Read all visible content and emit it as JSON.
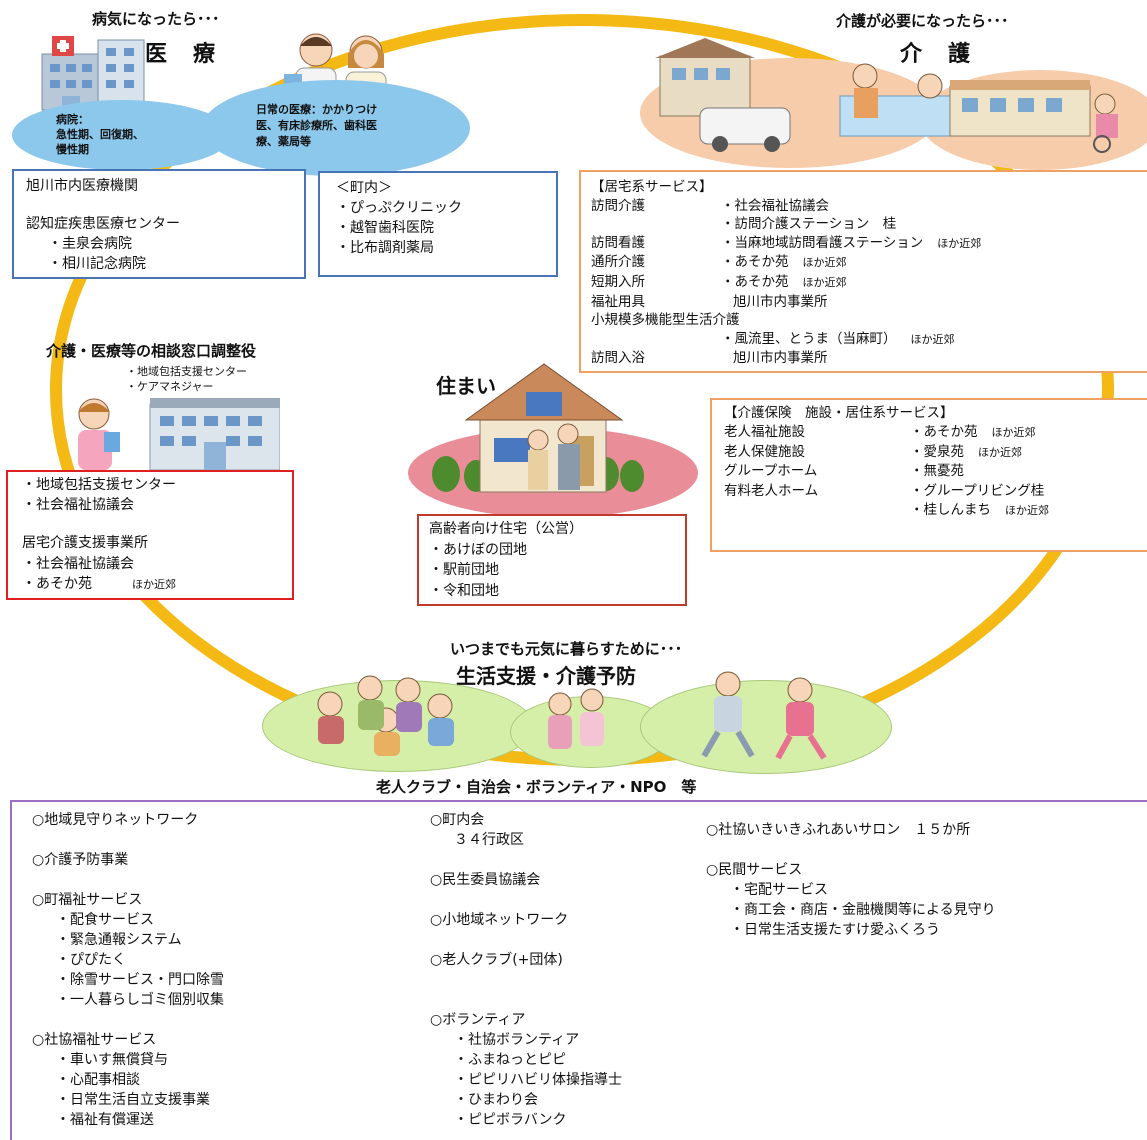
{
  "colors": {
    "ring": "#F4B914",
    "blue_border": "#4A74B8",
    "orange_border": "#F0A060",
    "red_border": "#E02020",
    "darkred_border": "#C0392B",
    "purple_border": "#9B6FBF",
    "blue_ellipse": "#8CC8EC",
    "peach_ellipse": "#F7CCAA",
    "pink_ellipse": "#E98D98",
    "green_ellipse": "#D6EFA8"
  },
  "medical": {
    "heading": "病気になったら･･･",
    "title": "医　療",
    "hospital_bubble": [
      "病院：",
      "急性期、回復期、",
      "慢性期"
    ],
    "clinic_bubble": [
      "日常の医療：かかりつけ",
      "医、有床診療所、歯科医",
      "療、薬局等"
    ],
    "box_left": {
      "line1": "旭川市内医療機関",
      "line2": "認知症疾患医療センター",
      "items": [
        "・圭泉会病院",
        "・相川記念病院"
      ]
    },
    "box_right": {
      "header": "＜町内＞",
      "items": [
        "・ぴっぷクリニック",
        "・越智歯科医院",
        "・比布調剤薬局"
      ]
    }
  },
  "care": {
    "heading": "介護が必要になったら･･･",
    "title": "介　護",
    "home_services": {
      "header": "【居宅系サービス】",
      "rows": [
        {
          "label": "訪問介護",
          "value": "・社会福祉協議会",
          "note": ""
        },
        {
          "label": "",
          "value": "・訪問介護ステーション　桂",
          "note": ""
        },
        {
          "label": "訪問看護",
          "value": "・当麻地域訪問看護ステーション",
          "note": "ほか近郊"
        },
        {
          "label": "通所介護",
          "value": "・あそか苑",
          "note": "ほか近郊"
        },
        {
          "label": "短期入所",
          "value": "・あそか苑",
          "note": "ほか近郊"
        },
        {
          "label": "福祉用具",
          "value": "旭川市内事業所",
          "note": ""
        }
      ],
      "small_multi_label": "小規模多機能型生活介護",
      "small_multi_value": "・風流里、とうま（当麻町）",
      "small_multi_note": "ほか近郊",
      "bath_label": "訪問入浴",
      "bath_value": "旭川市内事業所"
    },
    "facility_services": {
      "header": "【介護保険　施設・居住系サービス】",
      "rows": [
        {
          "label": "老人福祉施設",
          "value": "・あそか苑",
          "note": "ほか近郊"
        },
        {
          "label": "老人保健施設",
          "value": "・愛泉苑",
          "note": "ほか近郊"
        },
        {
          "label": "グループホーム",
          "value": "・無憂苑",
          "note": ""
        },
        {
          "label": "有料老人ホーム",
          "value": "・グループリビング桂",
          "note": ""
        },
        {
          "label": "",
          "value": "・桂しんまち",
          "note": "ほか近郊"
        }
      ]
    }
  },
  "consult": {
    "title": "介護・医療等の相談窓口調整役",
    "sub": [
      "・地域包括支援センター",
      "・ケアマネジャー"
    ],
    "box": {
      "items1": [
        "・地域包括支援センター",
        "・社会福祉協議会"
      ],
      "header2": "居宅介護支援事業所",
      "items2": [
        "・社会福祉協議会",
        "・あそか苑"
      ],
      "note": "ほか近郊"
    }
  },
  "housing": {
    "title": "住まい",
    "box": {
      "header": "高齢者向け住宅（公営）",
      "items": [
        "・あけぼの団地",
        "・駅前団地",
        "・令和団地"
      ]
    }
  },
  "support": {
    "heading": "いつまでも元気に暮らすために･･･",
    "title": "生活支援・介護予防",
    "caption": "老人クラブ・自治会・ボランティア・NPO　等",
    "col1": [
      {
        "head": "○地域見守りネットワーク",
        "items": []
      },
      {
        "head": "○介護予防事業",
        "items": []
      },
      {
        "head": "○町福祉サービス",
        "items": [
          "・配食サービス",
          "・緊急通報システム",
          "・ぴぴたく",
          "・除雪サービス・門口除雪",
          "・一人暮らしゴミ個別収集"
        ]
      },
      {
        "head": "○社協福祉サービス",
        "items": [
          "・車いす無償貸与",
          "・心配事相談",
          "・日常生活自立支援事業",
          "・福祉有償運送"
        ]
      }
    ],
    "col2": [
      {
        "head": "○町内会",
        "items": [
          "３４行政区"
        ]
      },
      {
        "head": "○民生委員協議会",
        "items": []
      },
      {
        "head": "○小地域ネットワーク",
        "items": []
      },
      {
        "head": "○老人クラブ(+団体)",
        "items": []
      },
      {
        "head": "○ボランティア",
        "items": [
          "・社協ボランティア",
          "・ふまねっとピピ",
          "・ピピリハビリ体操指導士",
          "・ひまわり会",
          "・ピピボラバンク"
        ]
      }
    ],
    "col3": [
      {
        "head": "○社協いきいきふれあいサロン　１５か所",
        "items": []
      },
      {
        "head": "○民間サービス",
        "items": [
          "・宅配サービス",
          "・商工会・商店・金融機関等による見守り",
          "・日常生活支援たすけ愛ふくろう"
        ]
      }
    ]
  }
}
